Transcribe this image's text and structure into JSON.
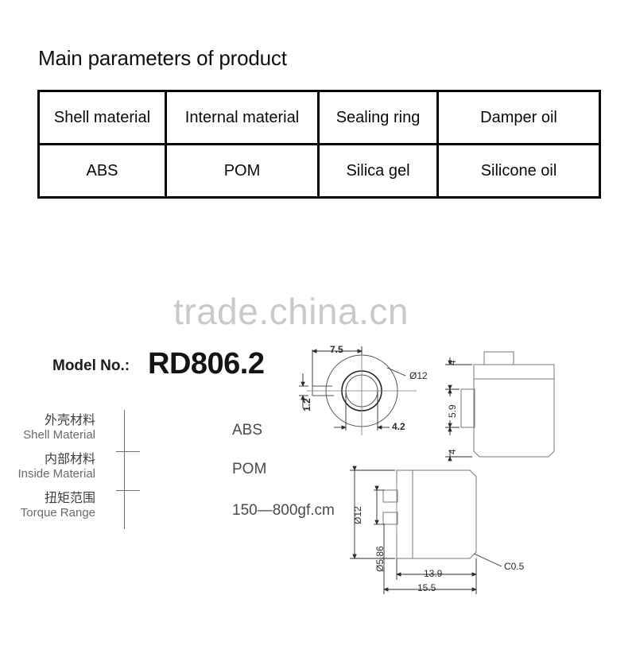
{
  "page": {
    "title": "Main parameters of product",
    "watermark": "trade.china.cn"
  },
  "param_table": {
    "headers": [
      "Shell material",
      "Internal material",
      "Sealing ring",
      "Damper oil"
    ],
    "values": [
      "ABS",
      "POM",
      "Silica gel",
      "Silicone oil"
    ]
  },
  "model": {
    "label": "Model No.:",
    "value": "RD806.2"
  },
  "spec": {
    "rows": [
      {
        "cn": "外壳材料",
        "en": "Shell Material",
        "value": "ABS"
      },
      {
        "cn": "内部材料",
        "en": "Inside Material",
        "value": "POM"
      },
      {
        "cn": "扭矩范围",
        "en": "Torque Range",
        "value": "150—800gf.cm"
      }
    ]
  },
  "drawings": {
    "top_view": {
      "name": "top-view",
      "dimensions": {
        "width_7_5": "7.5",
        "tab_1_2": "1.2",
        "bore_4_2": "4.2",
        "outer_dia": "Ø12"
      }
    },
    "side_view": {
      "name": "side-view",
      "dimensions": {
        "top_4": "4",
        "mid_5_9": "5.9",
        "bottom_4": "4"
      }
    },
    "bottom_view": {
      "name": "bottom-view",
      "dimensions": {
        "outer_dia": "Ø12",
        "shaft_dia": "Ø5.86",
        "body_len": "13.9",
        "total_len": "15.5",
        "chamfer": "C0.5"
      }
    }
  },
  "colors": {
    "ink": "#101010",
    "line": "#6f6f6f",
    "watermark": "#c9c9c9"
  }
}
